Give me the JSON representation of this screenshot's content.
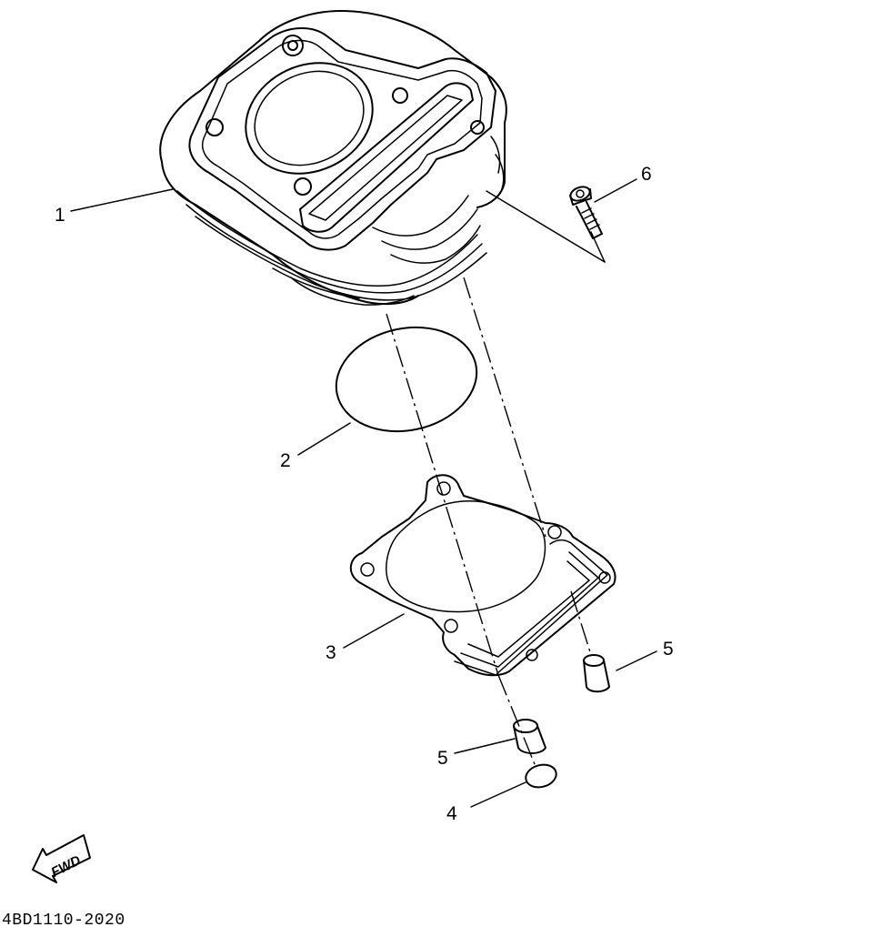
{
  "callouts": [
    {
      "id": "1",
      "label": "1"
    },
    {
      "id": "2",
      "label": "2"
    },
    {
      "id": "3",
      "label": "3"
    },
    {
      "id": "4",
      "label": "4"
    },
    {
      "id": "5a",
      "label": "5"
    },
    {
      "id": "5b",
      "label": "5"
    },
    {
      "id": "6",
      "label": "6"
    }
  ],
  "fwd_label": "FWD",
  "diagram_code": "4BD1110-2020"
}
